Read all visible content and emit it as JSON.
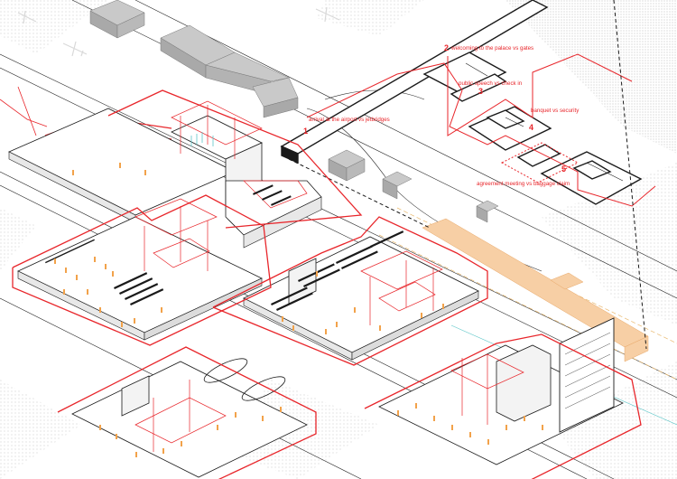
{
  "diagram": {
    "colors": {
      "accent_red": "#e8262b",
      "line": "#2a2a2a",
      "terrain_gray": "#c9c9c9",
      "terminal_orange": "#f7cfa5",
      "people_orange": "#f2a24a",
      "dotted_texture": "#d9d9d9"
    },
    "annotations": [
      {
        "number": "1",
        "text": "arrival at the airport vs jetbridges"
      },
      {
        "number": "2",
        "text": "welcoming to the palace vs gates"
      },
      {
        "number": "3",
        "text": "public speech vs check in"
      },
      {
        "number": "4",
        "text": "banquet vs security"
      },
      {
        "number": "5",
        "text": "agreement meeting vs baggage claim"
      }
    ]
  }
}
